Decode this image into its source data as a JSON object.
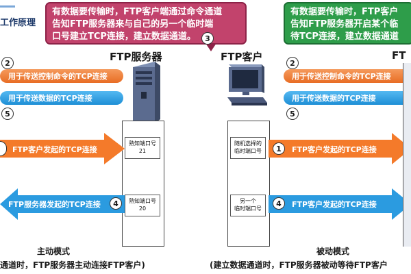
{
  "section_title": "工作原理",
  "left": {
    "callout": {
      "lines": [
        "有数据要传输时，FTP客户端通过命令通道",
        "告知FTP服务器来与自己的另一个临时端",
        "口号建立TCP连接，建立数据通道。"
      ],
      "step": "3"
    },
    "server_label": "FTP服务器",
    "step2": "2",
    "step5": "5",
    "tube_control": "用于传送控制命令的TCP连接",
    "tube_data": "用于传送数据的TCP连接",
    "arrow_top": "FTP客户发起的TCP连接",
    "arrow_bottom": "FTP服务器发起的TCP连接",
    "arrow_bottom_step": "4",
    "port_top": [
      "熟知端口号",
      "21"
    ],
    "port_bottom": [
      "熟知端口号",
      "20"
    ],
    "mode_title": "主动模式",
    "mode_desc": "通道时，FTP服务器主动连接FTP客户)"
  },
  "right": {
    "callout": {
      "lines": [
        "有数据要传输时，FTP客户",
        "告知FTP服务器开启某个临",
        "待TCP连接，建立数据通道"
      ]
    },
    "client_label": "FTP客户",
    "server_label_partial": "FT",
    "step2": "2",
    "step5": "5",
    "tube_control": "用于传送控制命令的TCP连接",
    "tube_data": "用于传送数据的TCP连接",
    "arrow_top": "FTP客户发起的TCP连接",
    "arrow_top_step": "1",
    "arrow_bottom": "FTP客户发起的TCP连接",
    "arrow_bottom_step": "4",
    "port_top": [
      "随机选择的",
      "临时端口号"
    ],
    "port_bottom": [
      "另一个",
      "临时端口号"
    ],
    "mode_title": "被动模式",
    "mode_desc": "(建立数据通道时，FTP服务器被动等待FTP客户"
  },
  "colors": {
    "pink_callout": "#c2436c",
    "green_callout": "#2e9d4a",
    "orange_arrow": "#f47a2a",
    "blue_arrow": "#2b9be0"
  }
}
